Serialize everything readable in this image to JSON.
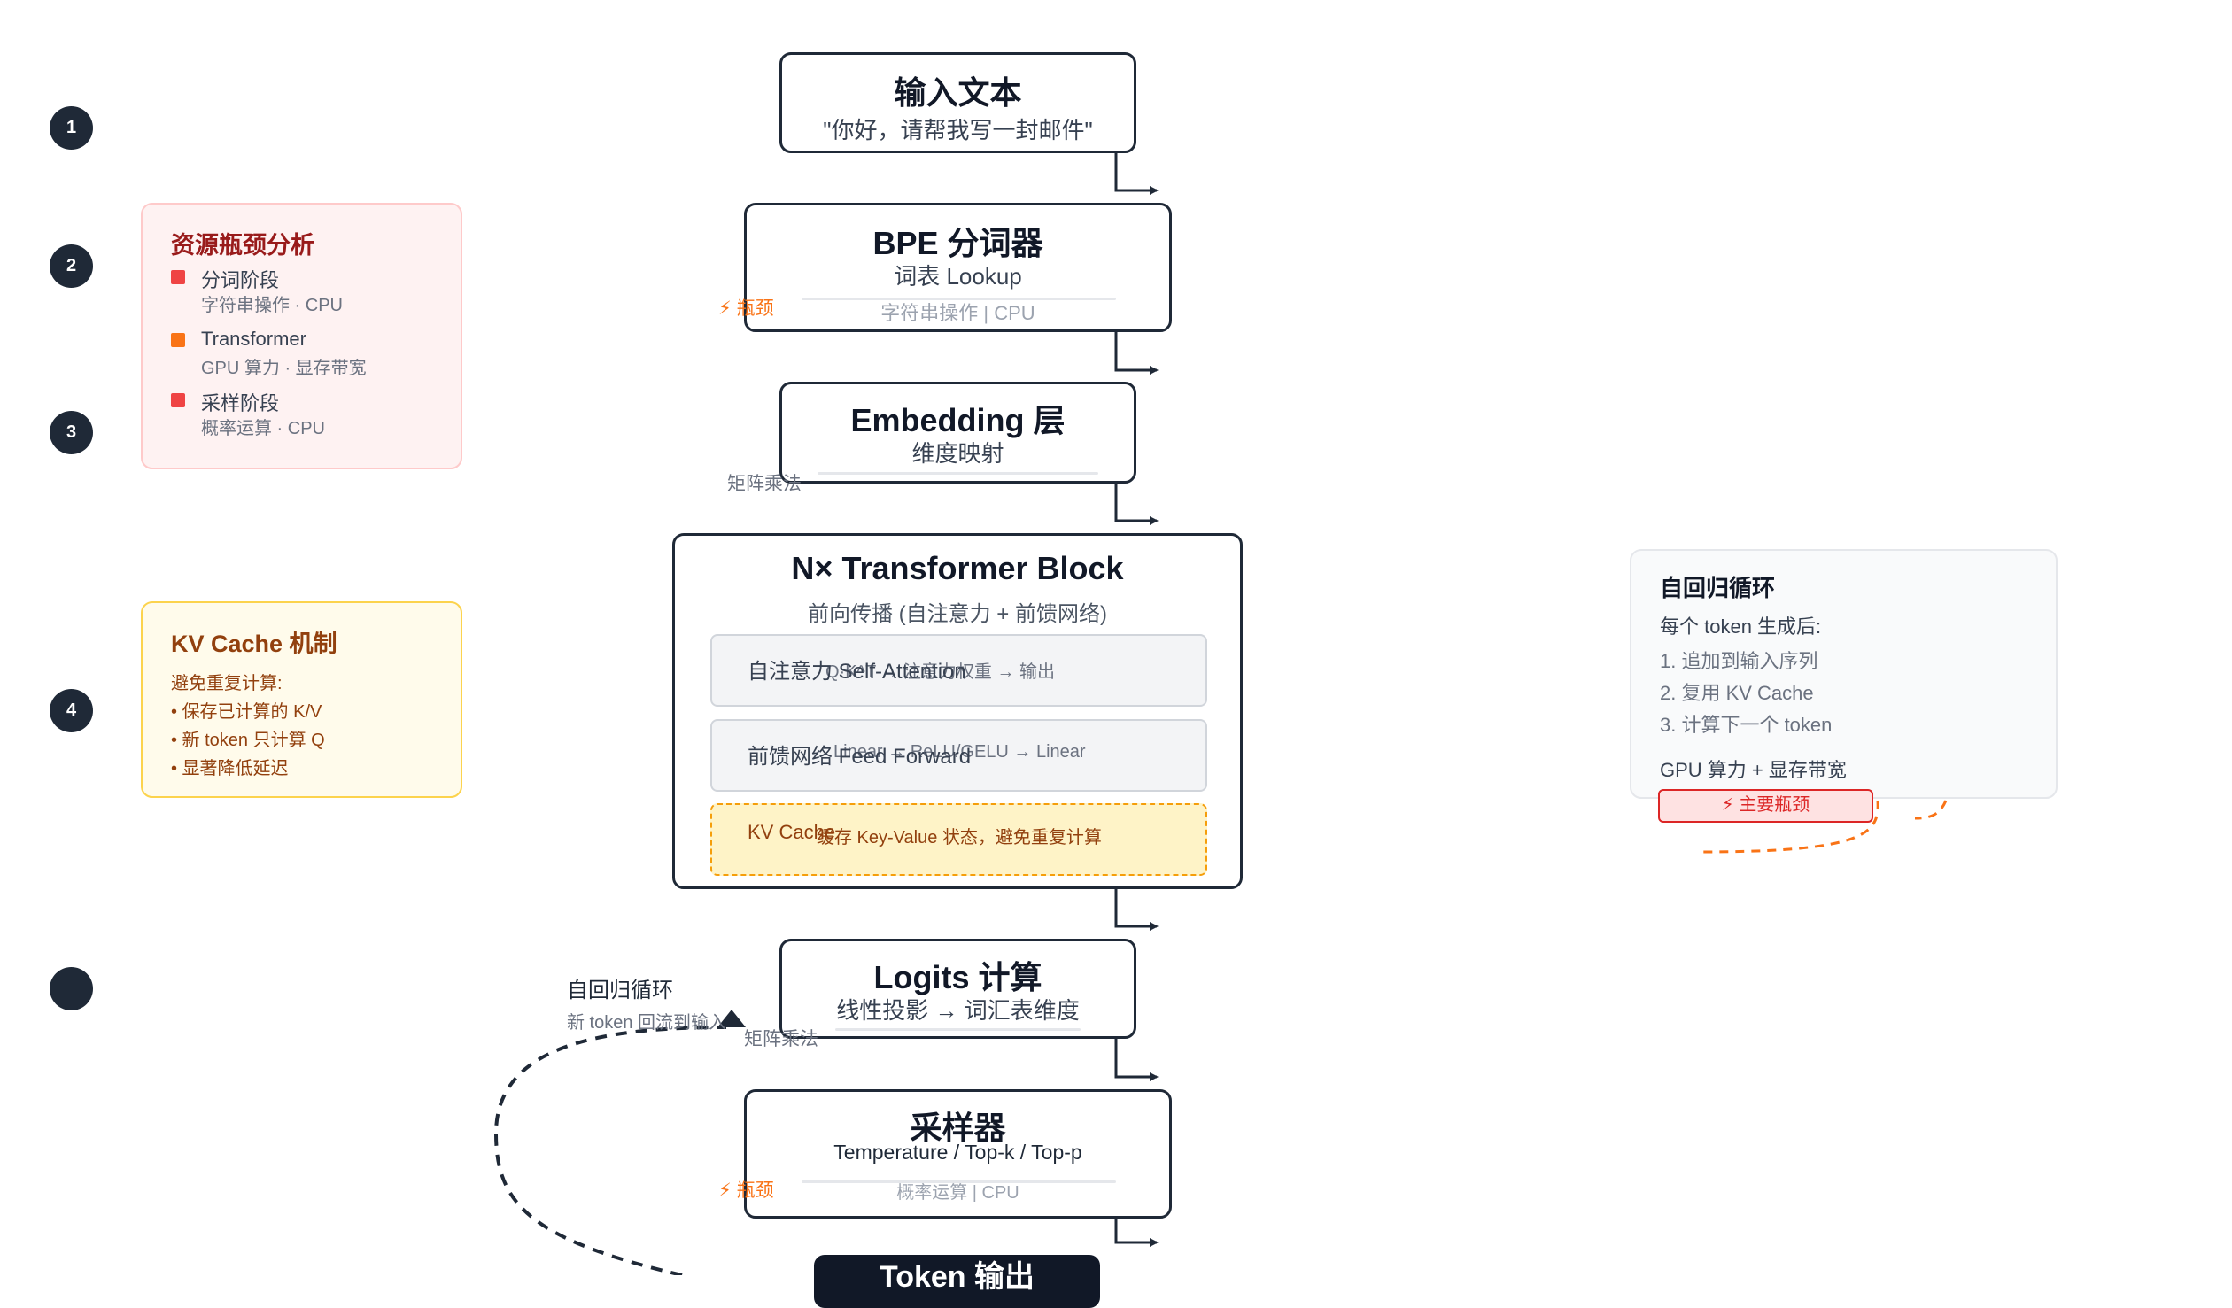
{
  "steps": [
    "1",
    "2",
    "3",
    "4",
    ""
  ],
  "input_box": {
    "title": "输入文本",
    "subtitle": "\"你好，请帮我写一封邮件\""
  },
  "bpe_box": {
    "title": "BPE 分词器",
    "subtitle": "词表 Lookup",
    "note": "字符串操作 | CPU",
    "bottleneck": "⚡ 瓶颈"
  },
  "embedding_box": {
    "title": "Embedding 层",
    "subtitle": "维度映射",
    "side_note": "矩阵乘法"
  },
  "transformer_box": {
    "title": "N× Transformer Block",
    "subtitle": "前向传播 (自注意力 + 前馈网络)",
    "attention": {
      "label": "自注意力 Self-Attention",
      "detail": "Q·K^T → 注意力权重 → 输出"
    },
    "ffn": {
      "label": "前馈网络 Feed Forward",
      "detail": "Linear → ReLU/GELU → Linear"
    },
    "kv": {
      "label": "KV Cache",
      "detail": "缓存 Key-Value 状态，避免重复计算"
    }
  },
  "logits_box": {
    "title": "Logits 计算",
    "subtitle": "线性投影 → 词汇表维度",
    "side_note": "矩阵乘法"
  },
  "sampler_box": {
    "title": "采样器",
    "subtitle": "Temperature / Top-k / Top-p",
    "note": "概率运算 | CPU",
    "bottleneck": "⚡ 瓶颈"
  },
  "output_box": {
    "title": "Token 输出"
  },
  "loop_label": {
    "title": "自回归循环",
    "subtitle": "新 token 回流到输入"
  },
  "resource_panel": {
    "title": "资源瓶颈分析",
    "items": [
      {
        "name": "分词阶段",
        "detail": "字符串操作 · CPU",
        "color": "#ef4444"
      },
      {
        "name": "Transformer",
        "detail": "GPU 算力 · 显存带宽",
        "color": "#f97316"
      },
      {
        "name": "采样阶段",
        "detail": "概率运算 · CPU",
        "color": "#ef4444"
      }
    ]
  },
  "kv_panel": {
    "title": "KV Cache 机制",
    "lines": [
      "避免重复计算:",
      "• 保存已计算的 K/V",
      "• 新 token 只计算 Q",
      "• 显著降低延迟"
    ]
  },
  "ar_panel": {
    "title": "自回归循环",
    "intro": "每个 token 生成后:",
    "steps": [
      "1. 追加到输入序列",
      "2. 复用 KV Cache",
      "3. 计算下一个 token"
    ],
    "resource": "GPU 算力 + 显存带宽",
    "badge": "⚡ 主要瓶颈"
  },
  "colors": {
    "dark": "#1f2937",
    "bottleneck": "#f97316",
    "danger": "#dc2626"
  }
}
